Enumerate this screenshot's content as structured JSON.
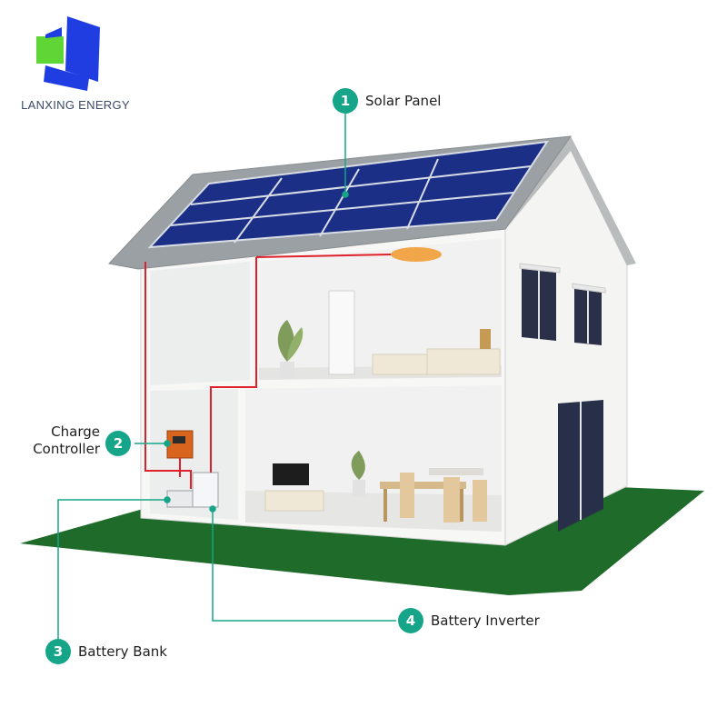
{
  "brand": {
    "name": "LANXING ENERGY",
    "logo_icon": "solar-logo-icon"
  },
  "callouts": {
    "solar_panel": {
      "number": "1",
      "label": "Solar Panel"
    },
    "charge_controller": {
      "number": "2",
      "label_line1": "Charge",
      "label_line2": "Controller"
    },
    "battery_bank": {
      "number": "3",
      "label": "Battery Bank"
    },
    "battery_inverter": {
      "number": "4",
      "label": "Battery Inverter"
    }
  },
  "colors": {
    "accent": "#17a589",
    "wire": "#e0202a",
    "grass": "#1f6b2a",
    "panel": "#1b2f86",
    "roof": "#9aa0a4",
    "wall": "#f2f3f2"
  }
}
